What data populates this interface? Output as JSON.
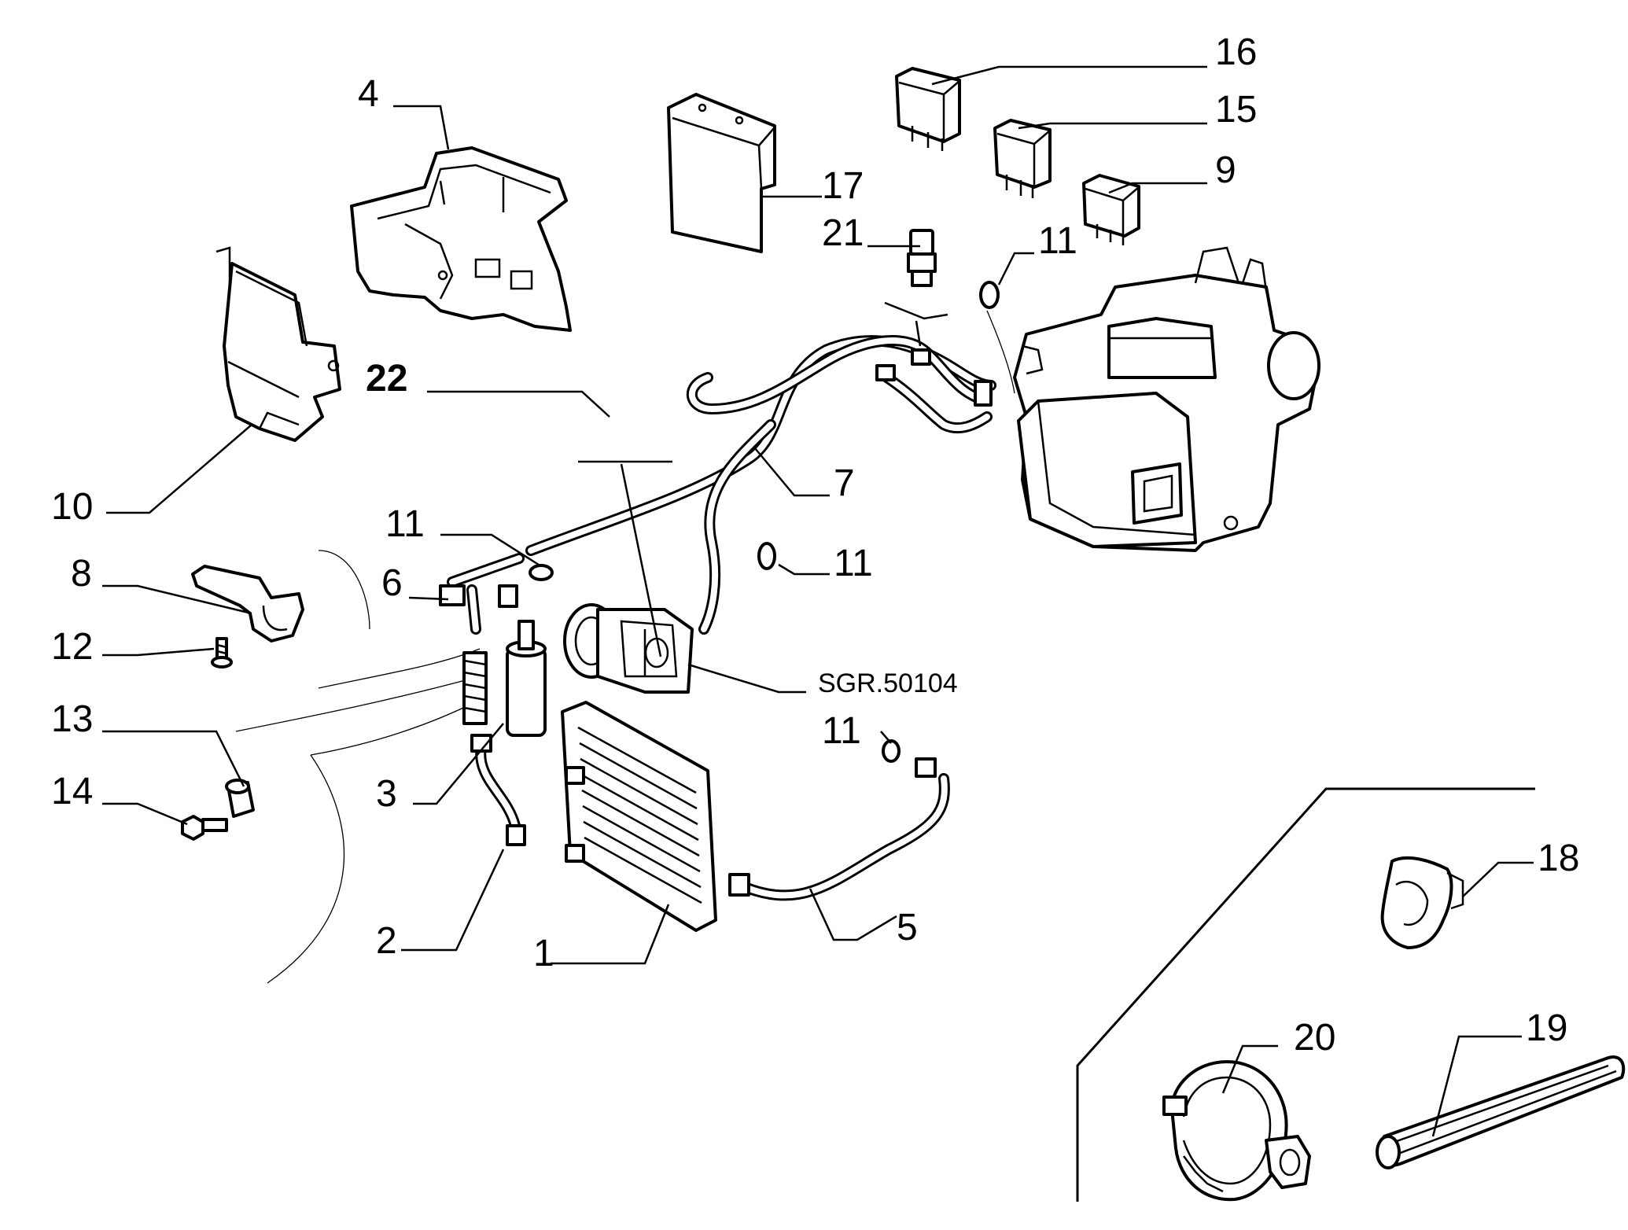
{
  "diagram_ref": "SGR.50104",
  "callouts": [
    {
      "id": "c16",
      "label": "16"
    },
    {
      "id": "c15",
      "label": "15"
    },
    {
      "id": "c9",
      "label": "9"
    },
    {
      "id": "c4",
      "label": "4"
    },
    {
      "id": "c17",
      "label": "17"
    },
    {
      "id": "c21",
      "label": "21"
    },
    {
      "id": "c11a",
      "label": "11"
    },
    {
      "id": "c22",
      "label": "22"
    },
    {
      "id": "c7",
      "label": "7"
    },
    {
      "id": "c10",
      "label": "10"
    },
    {
      "id": "c11b",
      "label": "11"
    },
    {
      "id": "c8",
      "label": "8"
    },
    {
      "id": "c6",
      "label": "6"
    },
    {
      "id": "c11c",
      "label": "11"
    },
    {
      "id": "c12",
      "label": "12"
    },
    {
      "id": "c13",
      "label": "13"
    },
    {
      "id": "c11d",
      "label": "11"
    },
    {
      "id": "c14",
      "label": "14"
    },
    {
      "id": "c3",
      "label": "3"
    },
    {
      "id": "c18",
      "label": "18"
    },
    {
      "id": "c5",
      "label": "5"
    },
    {
      "id": "c2",
      "label": "2"
    },
    {
      "id": "c1",
      "label": "1"
    },
    {
      "id": "c20",
      "label": "20"
    },
    {
      "id": "c19",
      "label": "19"
    }
  ]
}
